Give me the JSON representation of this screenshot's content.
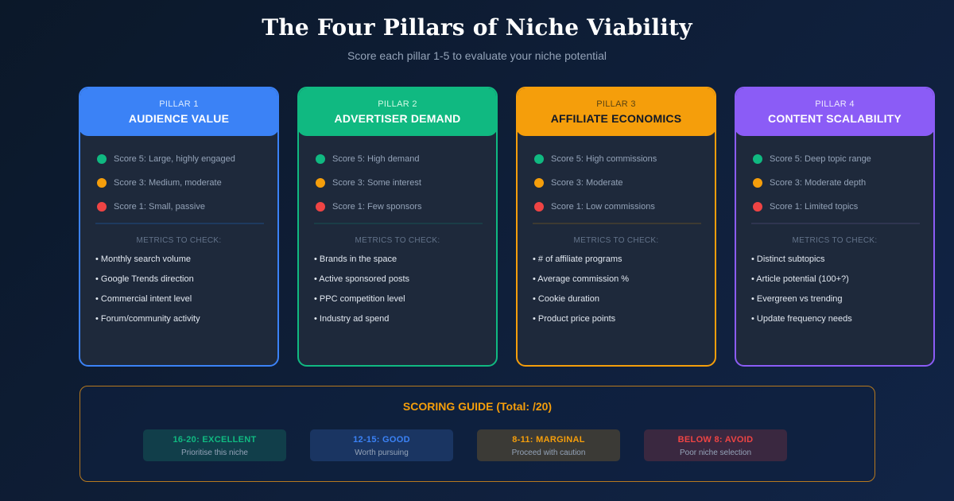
{
  "header": {
    "title": "The Four Pillars of Niche Viability",
    "subtitle": "Score each pillar 1-5 to evaluate your niche potential"
  },
  "colors": {
    "score5": "#10b981",
    "score3": "#f59e0b",
    "score1": "#ef4444"
  },
  "pillars": [
    {
      "number": "PILLAR 1",
      "name": "AUDIENCE VALUE",
      "color": "#3b82f6",
      "header_text_color": "#ffffff",
      "number_text_color": "#dbeafe",
      "divider_color": "#1e3a5f",
      "scores": [
        "Score 5: Large, highly engaged",
        "Score 3: Medium, moderate",
        "Score 1: Small, passive"
      ],
      "metrics_label": "METRICS TO CHECK:",
      "metrics": [
        "• Monthly search volume",
        "• Google Trends direction",
        "• Commercial intent level",
        "• Forum/community activity"
      ]
    },
    {
      "number": "PILLAR 2",
      "name": "ADVERTISER DEMAND",
      "color": "#10b981",
      "header_text_color": "#ffffff",
      "number_text_color": "#d1fae5",
      "divider_color": "#1a3d47",
      "scores": [
        "Score 5: High demand",
        "Score 3: Some interest",
        "Score 1: Few sponsors"
      ],
      "metrics_label": "METRICS TO CHECK:",
      "metrics": [
        "• Brands in the space",
        "• Active sponsored posts",
        "• PPC competition level",
        "• Industry ad spend"
      ]
    },
    {
      "number": "PILLAR 3",
      "name": "AFFILIATE ECONOMICS",
      "color": "#f59e0b",
      "header_text_color": "#111827",
      "number_text_color": "#5b4412",
      "divider_color": "#3d3a32",
      "scores": [
        "Score 5: High commissions",
        "Score 3: Moderate",
        "Score 1: Low commissions"
      ],
      "metrics_label": "METRICS TO CHECK:",
      "metrics": [
        "• # of affiliate programs",
        "• Average commission %",
        "• Cookie duration",
        "• Product price points"
      ]
    },
    {
      "number": "PILLAR 4",
      "name": "CONTENT SCALABILITY",
      "color": "#8b5cf6",
      "header_text_color": "#ffffff",
      "number_text_color": "#ede9fe",
      "divider_color": "#2f3550",
      "scores": [
        "Score 5: Deep topic range",
        "Score 3: Moderate depth",
        "Score 1: Limited topics"
      ],
      "metrics_label": "METRICS TO CHECK:",
      "metrics": [
        "• Distinct subtopics",
        "• Article potential (100+?)",
        "• Evergreen vs trending",
        "• Update frequency needs"
      ]
    }
  ],
  "scoring_guide": {
    "title": "SCORING GUIDE (Total: /20)",
    "tiers": [
      {
        "label": "16-20: EXCELLENT",
        "desc": "Prioritise this niche",
        "color": "#10b981",
        "bg": "#113e4a"
      },
      {
        "label": "12-15: GOOD",
        "desc": "Worth pursuing",
        "color": "#3b82f6",
        "bg": "#1a3562"
      },
      {
        "label": "8-11: MARGINAL",
        "desc": "Proceed with caution",
        "color": "#f59e0b",
        "bg": "#3b3a36"
      },
      {
        "label": "BELOW 8: AVOID",
        "desc": "Poor niche selection",
        "color": "#ef4444",
        "bg": "#3a2840"
      }
    ]
  }
}
